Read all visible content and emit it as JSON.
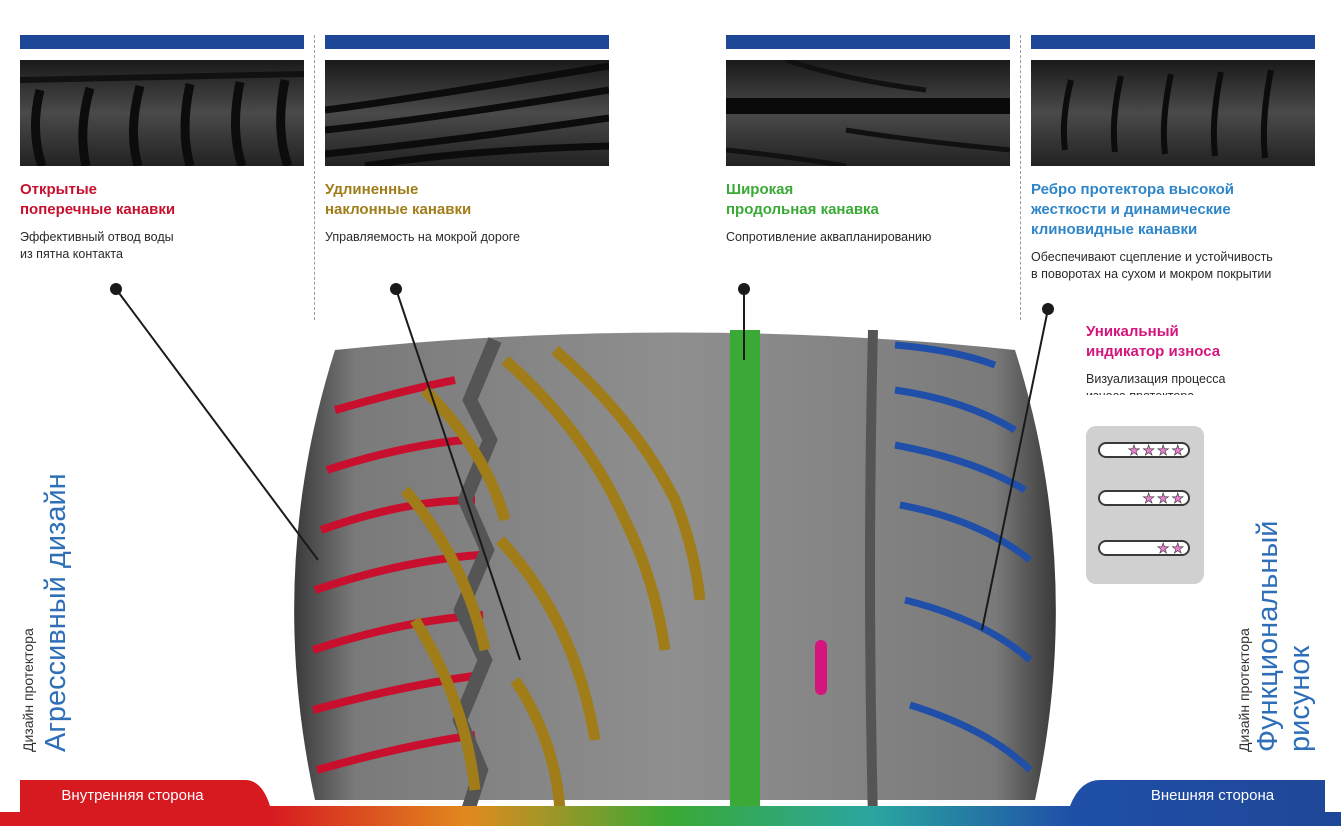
{
  "features": [
    {
      "title": "Открытые\nпоперечные канавки",
      "desc": "Эффективный отвод воды\nиз пятна контакта",
      "color": "#c8102e"
    },
    {
      "title": "Удлиненные\nнаклонные канавки",
      "desc": "Управляемость на мокрой дороге",
      "color": "#a07d18"
    },
    {
      "title": "Широкая\nпродольная канавка",
      "desc": "Сопротивление аквапланированию",
      "color": "#3aa935"
    },
    {
      "title": "Ребро протектора высокой\nжесткости и динамические\nклиновидные канавки",
      "desc": "Обеспечивают сцепление и устойчивость\nв поворотах на сухом и мокром покрытии",
      "color": "#2e86c8"
    }
  ],
  "wear_indicator": {
    "title": "Уникальный\nиндикатор износа",
    "desc": "Визуализация процесса\nизноса протектора",
    "color": "#d5157e",
    "levels": [
      4,
      3,
      2
    ]
  },
  "left_side": {
    "small": "Дизайн протектора",
    "big": "Агрессивный дизайн"
  },
  "right_side": {
    "small": "Дизайн протектора",
    "big": "Функциональный\nрисунок"
  },
  "bottom": {
    "inner": "Внутренняя сторона",
    "outer": "Внешняя сторона"
  },
  "colors": {
    "bar": "#1f4797",
    "red": "#c8102e",
    "gold": "#a07d18",
    "green": "#3aa935",
    "blue": "#1f4fa8",
    "magenta": "#d5157e"
  }
}
